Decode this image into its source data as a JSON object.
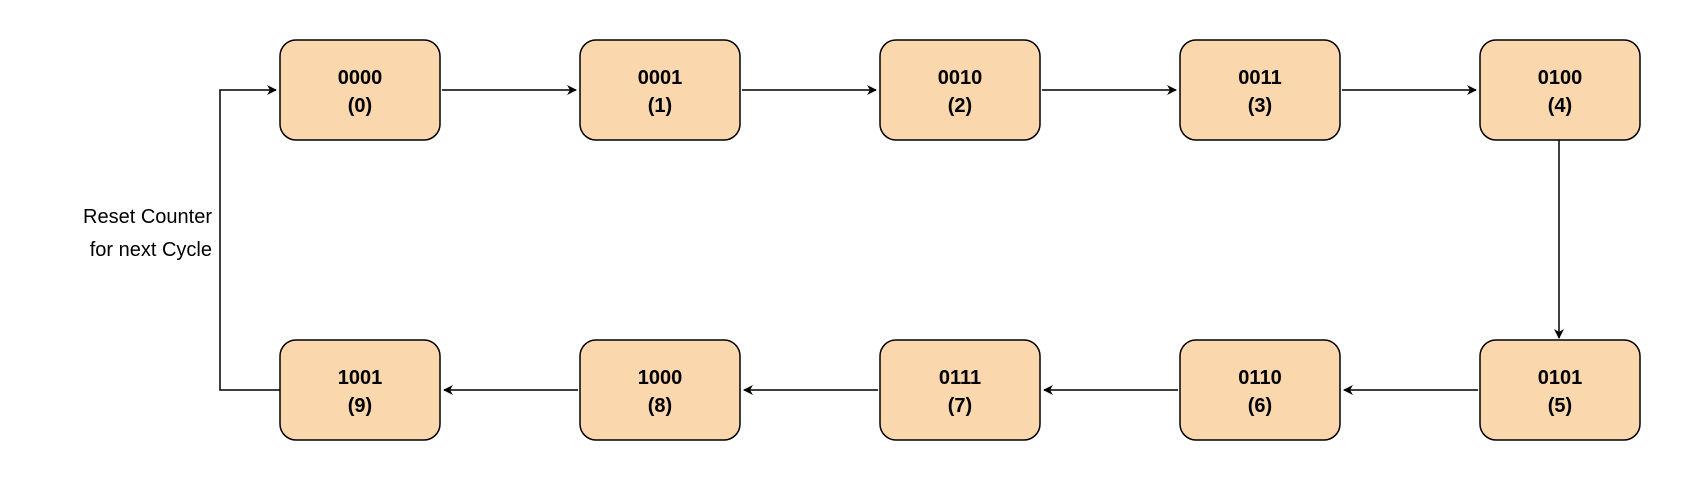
{
  "colors": {
    "node_fill": "#fad7ac",
    "node_stroke": "#000000",
    "edge_stroke": "#000000",
    "background": "#ffffff"
  },
  "states": [
    {
      "binary": "0000",
      "decimal": "(0)"
    },
    {
      "binary": "0001",
      "decimal": "(1)"
    },
    {
      "binary": "0010",
      "decimal": "(2)"
    },
    {
      "binary": "0011",
      "decimal": "(3)"
    },
    {
      "binary": "0100",
      "decimal": "(4)"
    },
    {
      "binary": "0101",
      "decimal": "(5)"
    },
    {
      "binary": "0110",
      "decimal": "(6)"
    },
    {
      "binary": "0111",
      "decimal": "(7)"
    },
    {
      "binary": "1000",
      "decimal": "(8)"
    },
    {
      "binary": "1001",
      "decimal": "(9)"
    }
  ],
  "reset_label": {
    "line1": "Reset Counter",
    "line2": "for next Cycle"
  }
}
